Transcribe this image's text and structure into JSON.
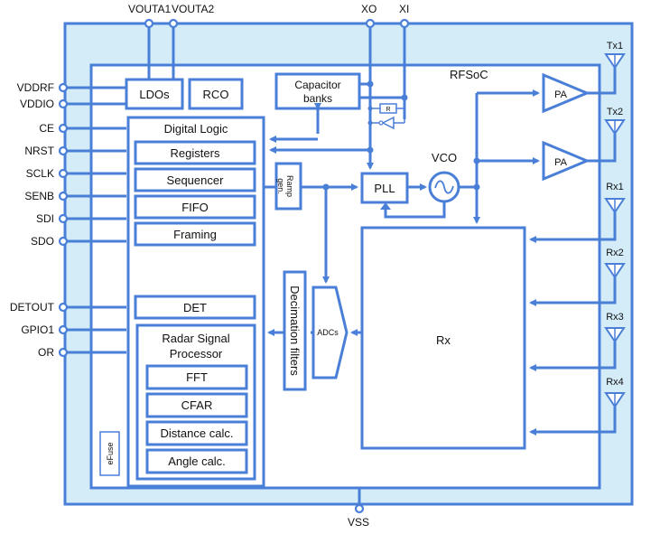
{
  "colors": {
    "accent": "#4a7fd8",
    "package_fill": "#d3ecf8",
    "block_fill": "#ffffff"
  },
  "chip_label": "RFSoC",
  "top_pins": {
    "vouta1": "VOUTA1",
    "vouta2": "VOUTA2",
    "xo": "XO",
    "xi": "XI"
  },
  "bottom_pin": "VSS",
  "left_pins": [
    "VDDRF",
    "VDDIO",
    "CE",
    "NRST",
    "SCLK",
    "SENB",
    "SDI",
    "SDO",
    "DETOUT",
    "GPIO1",
    "OR"
  ],
  "blocks": {
    "ldos": "LDOs",
    "rco": "RCO",
    "capacitor_banks": [
      "Capacitor",
      "banks"
    ],
    "resistor": "R",
    "digital_logic": "Digital Logic",
    "registers": "Registers",
    "sequencer": "Sequencer",
    "fifo": "FIFO",
    "framing": "Framing",
    "det": "DET",
    "rsp": [
      "Radar Signal",
      "Processor"
    ],
    "fft": "FFT",
    "cfar": "CFAR",
    "distance": "Distance calc.",
    "angle": "Angle calc.",
    "efuse": "eFuse",
    "ramp_gen": [
      "Ramp",
      "gen."
    ],
    "pll": "PLL",
    "vco": "VCO",
    "decimation": "Decimation filters",
    "adcs": "ADCs",
    "rx": "Rx",
    "pa": "PA"
  },
  "antennas": [
    "Tx1",
    "Tx2",
    "Rx1",
    "Rx2",
    "Rx3",
    "Rx4"
  ]
}
